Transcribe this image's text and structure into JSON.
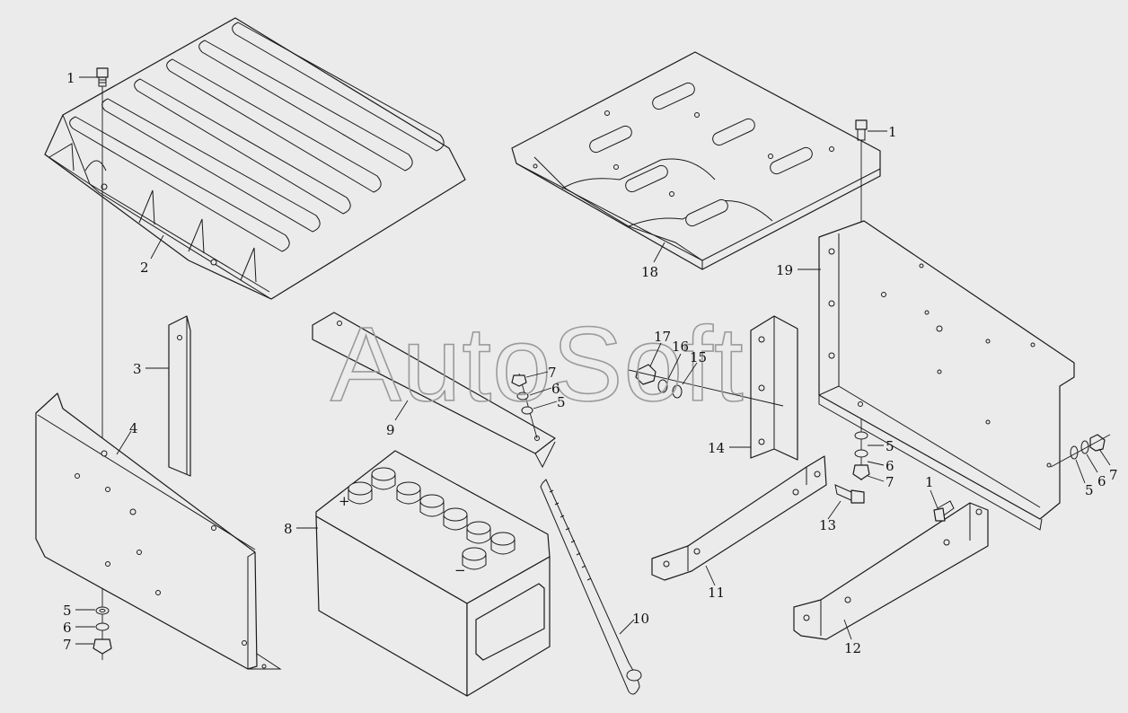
{
  "watermark": "AutoSoft",
  "battery_marks": {
    "plus": "+",
    "minus": "−"
  },
  "callouts": [
    {
      "id": "c1a",
      "text": "1"
    },
    {
      "id": "c2",
      "text": "2"
    },
    {
      "id": "c3",
      "text": "3"
    },
    {
      "id": "c4",
      "text": "4"
    },
    {
      "id": "c5a",
      "text": "5"
    },
    {
      "id": "c6a",
      "text": "6"
    },
    {
      "id": "c7a",
      "text": "7"
    },
    {
      "id": "c8",
      "text": "8"
    },
    {
      "id": "c9",
      "text": "9"
    },
    {
      "id": "c7b",
      "text": "7"
    },
    {
      "id": "c6b",
      "text": "6"
    },
    {
      "id": "c5b",
      "text": "5"
    },
    {
      "id": "c10",
      "text": "10"
    },
    {
      "id": "c17",
      "text": "17"
    },
    {
      "id": "c16",
      "text": "16"
    },
    {
      "id": "c15",
      "text": "15"
    },
    {
      "id": "c18",
      "text": "18"
    },
    {
      "id": "c1b",
      "text": "1"
    },
    {
      "id": "c19",
      "text": "19"
    },
    {
      "id": "c14",
      "text": "14"
    },
    {
      "id": "c5c",
      "text": "5"
    },
    {
      "id": "c6c",
      "text": "6"
    },
    {
      "id": "c7c",
      "text": "7"
    },
    {
      "id": "c13",
      "text": "13"
    },
    {
      "id": "c11",
      "text": "11"
    },
    {
      "id": "c1c",
      "text": "1"
    },
    {
      "id": "c5d",
      "text": "5"
    },
    {
      "id": "c6d",
      "text": "6"
    },
    {
      "id": "c7d",
      "text": "7"
    },
    {
      "id": "c12",
      "text": "12"
    }
  ]
}
